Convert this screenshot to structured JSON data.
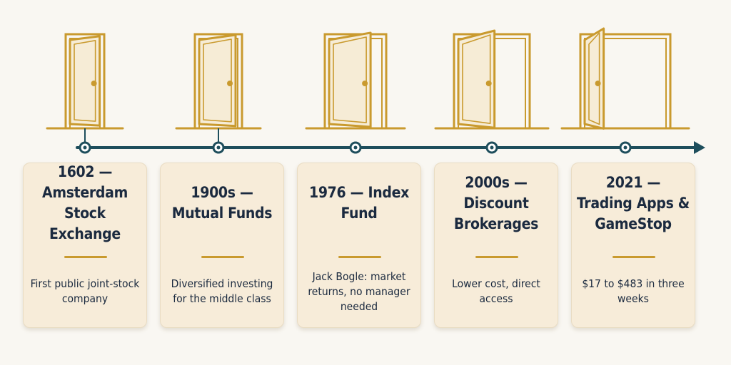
{
  "colors": {
    "timeline": "#1e4e5c",
    "door": "#c99a2e",
    "door_fill": "#f6ecd6",
    "card_bg": "#f7ecd9",
    "text": "#1b2a3f"
  },
  "milestones": [
    {
      "title": "1602 — Amsterdam Stock Exchange",
      "description": "First public joint-stock company",
      "door_open": 0.1,
      "connector": true
    },
    {
      "title": "1900s — Mutual Funds",
      "description": "Diversified investing for the middle class",
      "door_open": 0.25,
      "connector": true
    },
    {
      "title": "1976 — Index Fund",
      "description": "Jack Bogle: market returns, no manager needed",
      "door_open": 0.5,
      "connector": false
    },
    {
      "title": "2000s — Discount Brokerages",
      "description": "Lower cost, direct access",
      "door_open": 0.75,
      "connector": false
    },
    {
      "title": "2021 — Trading Apps & GameStop",
      "description": "$17 to $483 in three weeks",
      "door_open": 1.0,
      "connector": false
    }
  ]
}
